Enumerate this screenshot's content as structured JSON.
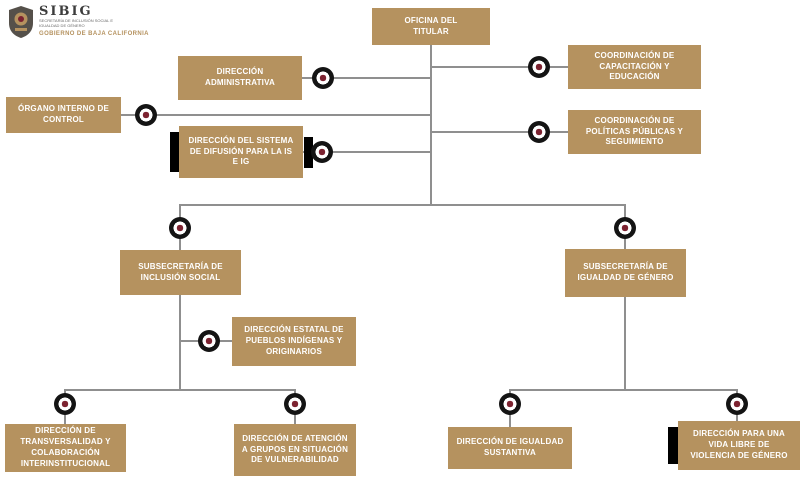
{
  "logo": {
    "acronym": "SIBIG",
    "tagline": "SECRETARÍA DE INCLUSIÓN SOCIAL E IGUALDAD DE GÉNERO",
    "government": "GOBIERNO DE BAJA CALIFORNIA"
  },
  "colors": {
    "box_fill": "#b5925f",
    "box_text": "#ffffff",
    "connector_line": "#8f8f8f",
    "node_ring": "#141414",
    "node_center": "#7c2230",
    "accent_bar": "#000000"
  },
  "org": {
    "oficina": "OFICINA DEL TITULAR",
    "administrativa": "DIRECCIÓN ADMINISTRATIVA",
    "capacitacion": "COORDINACIÓN DE CAPACITACIÓN Y EDUCACIÓN",
    "organo_interno": "ÓRGANO INTERNO DE CONTROL",
    "politicas": "COORDINACIÓN DE POLÍTICAS PÚBLICAS Y SEGUIMIENTO",
    "difusion": "DIRECCIÓN DEL SISTEMA DE DIFUSIÓN PARA LA IS E IG",
    "sub_inclusion": "SUBSECRETARÍA DE INCLUSIÓN SOCIAL",
    "sub_igualdad": "SUBSECRETARÍA DE IGUALDAD DE GÉNERO",
    "pueblos": "DIRECCIÓN ESTATAL DE PUEBLOS INDÍGENAS Y ORIGINARIOS",
    "transversalidad": "DIRECCIÓN DE TRANSVERSALIDAD Y COLABORACIÓN INTERINSTITUCIONAL",
    "atencion": "DIRECCIÓN DE ATENCIÓN A GRUPOS EN SITUACIÓN DE VULNERABILIDAD",
    "sustantiva": "DIRECCIÓN DE IGUALDAD SUSTANTIVA",
    "vida_libre": "DIRECCIÓN PARA UNA VIDA LIBRE DE VIOLENCIA DE GÉNERO"
  }
}
